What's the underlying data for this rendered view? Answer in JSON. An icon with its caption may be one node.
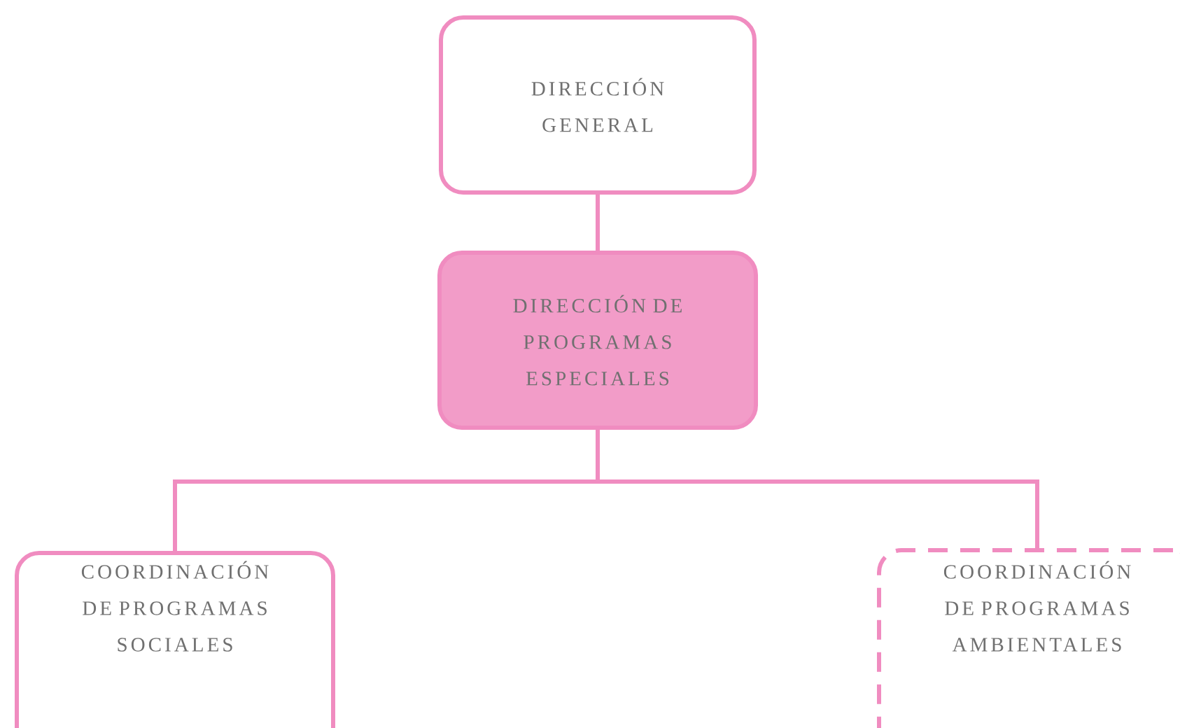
{
  "diagram": {
    "nodes": [
      {
        "text": [
          "DIRECCIÓN GENERAL"
        ]
      },
      {
        "text": [
          "DIRECCIÓN DE PROGRAMAS ESPECIALES"
        ]
      },
      {
        "text": [
          "COORDINACIÓN DE PROGRAMAS SOCIALES"
        ]
      },
      {
        "text": [
          "COORDINACIÓN DE PROGRAMAS AMBIENTALES"
        ]
      }
    ],
    "edges": [
      {
        "from": 0,
        "to": 1,
        "arrow": "none"
      },
      {
        "from": 1,
        "to": 2,
        "arrow": "none"
      },
      {
        "from": 1,
        "to": 3,
        "arrow": "none"
      }
    ]
  }
}
